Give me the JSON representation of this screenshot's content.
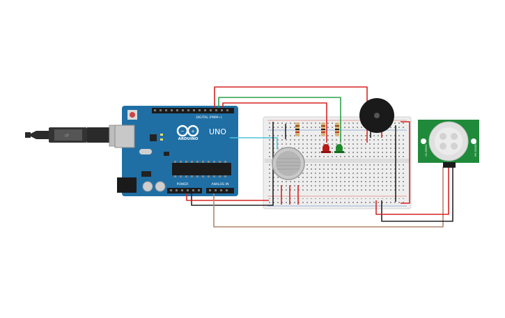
{
  "arduino": {
    "brand": "ARDUINO",
    "model": "UNO",
    "digital_label": "DIGITAL (PWM~)",
    "power_label": "POWER",
    "analog_label": "ANALOG IN",
    "board_color": "#1f6fa5",
    "header_color": "#1b1b1b"
  },
  "pir": {
    "label_left": "HC-SR501",
    "label_right": "PIR SENSOR",
    "pcb_color": "#1f8a3a"
  },
  "colors": {
    "wire_red": "#d62424",
    "wire_green": "#2ca24a",
    "wire_black": "#222222",
    "wire_brown": "#b0866a",
    "wire_cyan": "#4fc3d9",
    "led_red": "#b81818",
    "led_green": "#1e8a2a",
    "breadboard": "#eeeeee"
  },
  "components": [
    "usb-cable",
    "arduino-uno",
    "breadboard",
    "gas-sensor",
    "red-led",
    "green-led",
    "resistors",
    "piezo-buzzer",
    "pir-sensor"
  ]
}
